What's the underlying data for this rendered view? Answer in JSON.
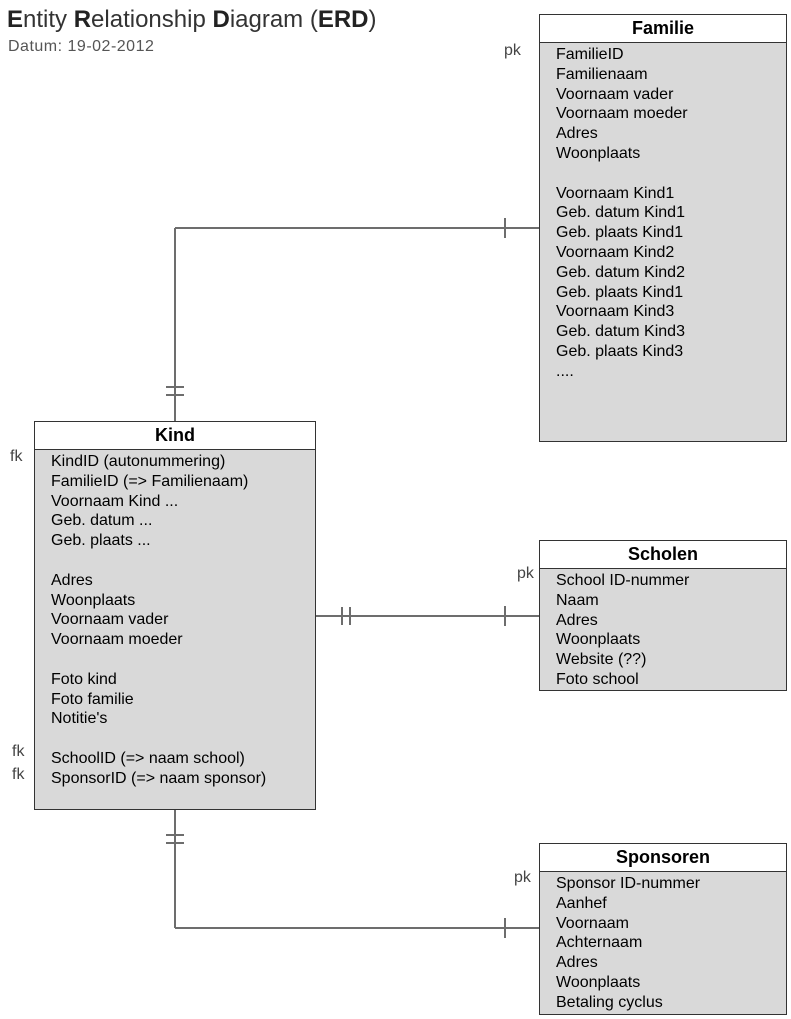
{
  "header": {
    "title_parts": [
      {
        "text": "E",
        "bold": true
      },
      {
        "text": "ntity ",
        "bold": false
      },
      {
        "text": "R",
        "bold": true
      },
      {
        "text": "elationship ",
        "bold": false
      },
      {
        "text": "D",
        "bold": true
      },
      {
        "text": "iagram (",
        "bold": false
      },
      {
        "text": "ERD",
        "bold": true
      },
      {
        "text": ")",
        "bold": false
      }
    ],
    "date": "Datum: 19-02-2012"
  },
  "entities": {
    "familie": {
      "name": "Familie",
      "fields": [
        "FamilieID",
        "Familienaam",
        "Voornaam vader",
        "Voornaam moeder",
        "Adres",
        "Woonplaats",
        "",
        "Voornaam Kind1",
        "Geb. datum Kind1",
        "Geb. plaats Kind1",
        "Voornaam Kind2",
        "Geb. datum Kind2",
        "Geb. plaats Kind1",
        "Voornaam Kind3",
        "Geb. datum Kind3",
        "Geb. plaats Kind3",
        "...."
      ]
    },
    "kind": {
      "name": "Kind",
      "fields": [
        "KindID (autonummering)",
        "FamilieID (=> Familienaam)",
        "Voornaam Kind ...",
        "Geb. datum ...",
        "Geb. plaats ...",
        "",
        "Adres",
        "Woonplaats",
        "Voornaam vader",
        "Voornaam moeder",
        "",
        "Foto kind",
        "Foto familie",
        "Notitie's",
        "",
        "SchoolID (=> naam school)",
        "SponsorID (=> naam sponsor)"
      ]
    },
    "scholen": {
      "name": "Scholen",
      "fields": [
        "School ID-nummer",
        "Naam",
        "Adres",
        "Woonplaats",
        "Website (??)",
        "Foto school"
      ]
    },
    "sponsoren": {
      "name": "Sponsoren",
      "fields": [
        "Sponsor ID-nummer",
        "Aanhef",
        "Voornaam",
        "Achternaam",
        "Adres",
        "Woonplaats",
        "Betaling cyclus"
      ]
    }
  },
  "key_tags": {
    "familie_pk": "pk",
    "kind_fk_familie": "fk",
    "kind_fk_school": "fk",
    "kind_fk_sponsor": "fk",
    "scholen_pk": "pk",
    "sponsoren_pk": "pk"
  }
}
